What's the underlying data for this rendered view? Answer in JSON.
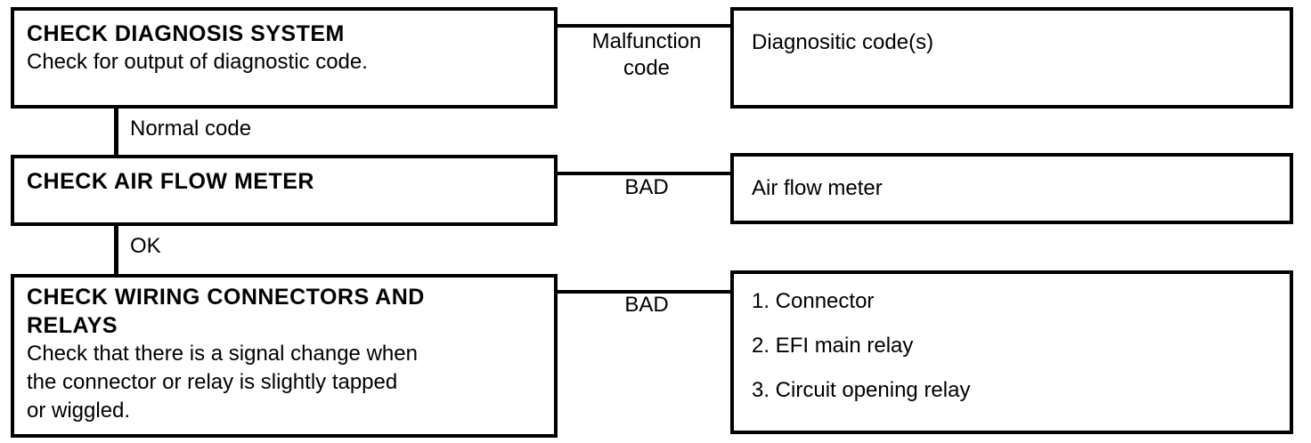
{
  "steps": [
    {
      "title": "CHECK DIAGNOSIS SYSTEM",
      "desc_lines": [
        "Check for output of diagnostic code."
      ],
      "branch_label_lines": [
        "Malfunction",
        "code"
      ],
      "result_lines": [
        "Diagnositic code(s)"
      ],
      "next_label": "Normal code"
    },
    {
      "title": "CHECK AIR FLOW METER",
      "desc_lines": [],
      "branch_label_lines": [
        "BAD"
      ],
      "result_lines": [
        "Air flow meter"
      ],
      "next_label": "OK"
    },
    {
      "title_lines": [
        "CHECK WIRING CONNECTORS AND",
        "RELAYS"
      ],
      "desc_lines": [
        "Check that there is a signal change when",
        "the connector or relay is slightly tapped",
        "or wiggled."
      ],
      "branch_label_lines": [
        "BAD"
      ],
      "result_lines": [
        "1. Connector",
        "2. EFI main relay",
        "3. Circuit opening relay"
      ]
    }
  ]
}
